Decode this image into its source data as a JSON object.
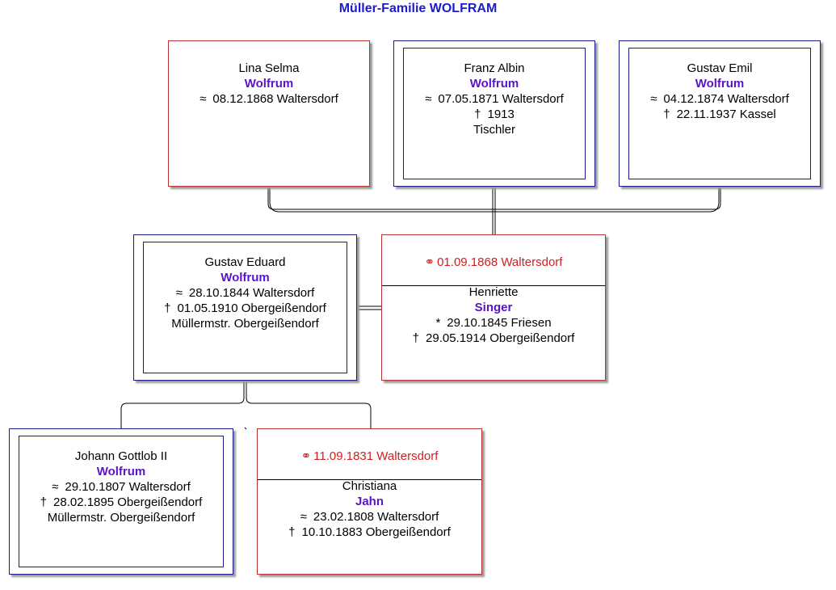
{
  "title": "Müller-Familie WOLFRAM",
  "people": {
    "lina": {
      "first": "Lina Selma",
      "surname": "Wolfrum",
      "baptism_sym": "≈",
      "baptism": "08.12.1868 Waltersdorf"
    },
    "franz": {
      "first": "Franz Albin",
      "surname": "Wolfrum",
      "baptism_sym": "≈",
      "baptism": "07.05.1871 Waltersdorf",
      "death_sym": "†",
      "death": "1913",
      "occupation": "Tischler"
    },
    "gustav_emil": {
      "first": "Gustav Emil",
      "surname": "Wolfrum",
      "baptism_sym": "≈",
      "baptism": "04.12.1874 Waltersdorf",
      "death_sym": "†",
      "death": "22.11.1937 Kassel"
    },
    "gustav_eduard": {
      "first": "Gustav Eduard",
      "surname": "Wolfrum",
      "baptism_sym": "≈",
      "baptism": "28.10.1844 Waltersdorf",
      "death_sym": "†",
      "death": "01.05.1910 Obergeißendorf",
      "occupation": "Müllermstr. Obergeißendorf"
    },
    "henriette": {
      "marriage_sym": "⚭",
      "marriage": "01.09.1868 Waltersdorf",
      "first": "Henriette",
      "surname": "Singer",
      "birth_sym": "*",
      "birth": "29.10.1845 Friesen",
      "death_sym": "†",
      "death": "29.05.1914 Obergeißendorf"
    },
    "johann": {
      "first": "Johann Gottlob II",
      "surname": "Wolfrum",
      "baptism_sym": "≈",
      "baptism": "29.10.1807 Waltersdorf",
      "death_sym": "†",
      "death": "28.02.1895 Obergeißendorf",
      "occupation": "Müllermstr. Obergeißendorf"
    },
    "christiana": {
      "marriage_sym": "⚭",
      "marriage": "11.09.1831 Waltersdorf",
      "first": "Christiana",
      "surname": "Jahn",
      "baptism_sym": "≈",
      "baptism": "23.02.1808 Waltersdorf",
      "death_sym": "†",
      "death": "10.10.1883 Obergeißendorf"
    }
  },
  "colors": {
    "title": "#1c1cc8",
    "surname": "#5a14c8",
    "marriage": "#d21e1e",
    "female_border": "#b83232",
    "male_border": "#1a1a8c"
  }
}
